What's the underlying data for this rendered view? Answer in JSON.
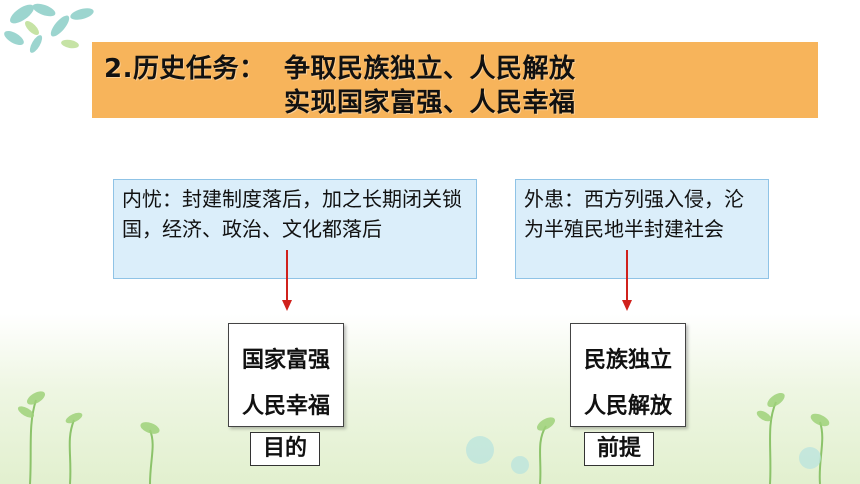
{
  "title": {
    "line1_prefix": "2.历史任务：",
    "line1_text": "争取民族独立、人民解放",
    "line2_text": "实现国家富强、人民幸福"
  },
  "left": {
    "box_text": "内忧：封建制度落后，加之长期闭关锁国，经济、政治、文化都落后",
    "goal_line1": "国家富强",
    "goal_line2": "人民幸福",
    "tag": "目的"
  },
  "right": {
    "box_text": "外患：西方列强入侵，沦为半殖民地半封建社会",
    "goal_line1": "民族独立",
    "goal_line2": "人民解放",
    "tag": "前提"
  },
  "colors": {
    "title_band": "#f7b45b",
    "info_box_fill": "#dbeefa",
    "info_box_border": "#8fc3e6",
    "arrow": "#d0211c"
  }
}
